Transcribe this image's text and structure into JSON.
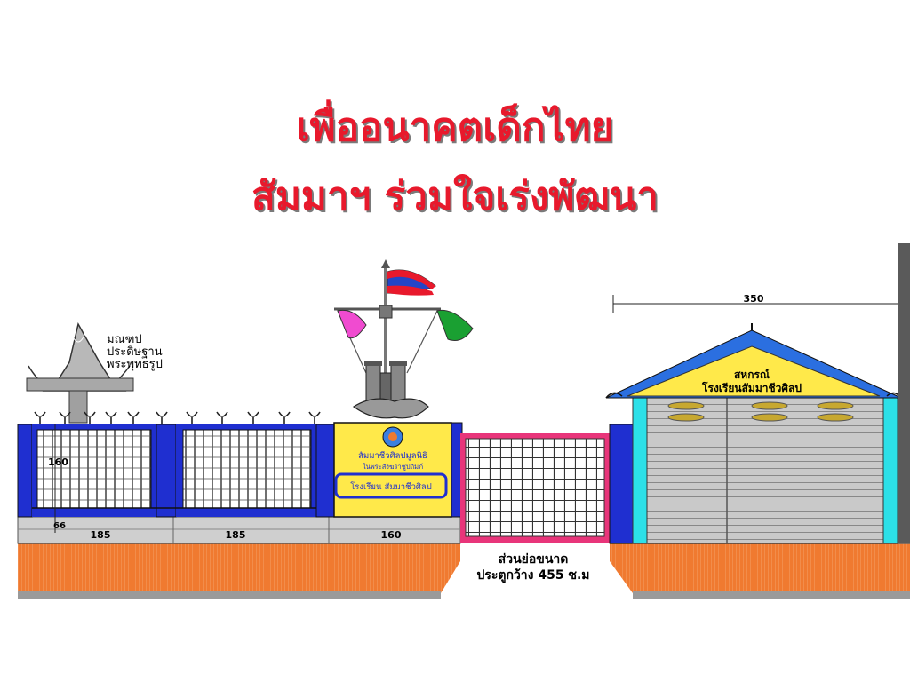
{
  "titles": {
    "line1": "เพื่ออนาคตเด็กไทย",
    "line2": "สัมมาฯ ร่วมใจเร่งพัฒนา"
  },
  "labels": {
    "mondop_1": "มณฑป",
    "mondop_2": "ประดิษฐาน",
    "mondop_3": "พระพุทธรูป",
    "coop_1": "สหกรณ์",
    "coop_2": "โรงเรียนสัมมาชีวศิลป",
    "sign_foundation_1": "สัมมาชีวศิลปมูลนิธิ",
    "sign_foundation_2": "ในพระสังฆราชูปถัมภ์",
    "sign_school": "โรงเรียน สัมมาชีวศิลป",
    "gate_1": "ส่วนย่อขนาด",
    "gate_2": "ประตูกว้าง 455 ซ.ม"
  },
  "dimensions": {
    "d350": "350",
    "d160_vertical": "160",
    "d66": "66",
    "d185_a": "185",
    "d185_b": "185",
    "d160_base": "160"
  },
  "colors": {
    "title": "#e8192c",
    "post_blue": "#1f2fd0",
    "sign_yellow": "#ffe94a",
    "gate_pink": "#e8357a",
    "roof_blue": "#2b6fe0",
    "cyan": "#2ce0e8",
    "ground_orange": "#f07a30",
    "wall_grey": "#c9c9c9"
  }
}
